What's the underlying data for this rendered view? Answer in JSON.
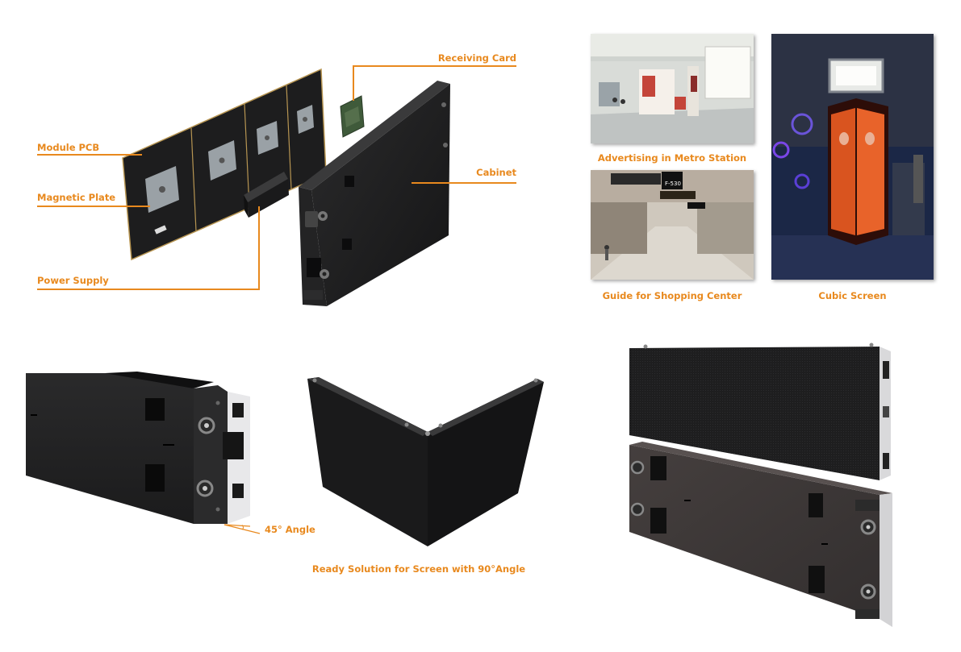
{
  "exploded_view": {
    "labels": {
      "receiving_card": "Receiving Card",
      "module_pcb": "Module PCB",
      "cabinet": "Cabinet",
      "magnetic_plate": "Magnetic Plate",
      "power_supply": "Power Supply"
    }
  },
  "applications": {
    "captions": {
      "metro": "Advertising in Metro Station",
      "shopping": "Guide for Shopping Center",
      "cubic": "Cubic Screen"
    },
    "signage_text": {
      "gate_sign": "F-530"
    }
  },
  "angle_view": {
    "label": "45° Angle"
  },
  "corner_view": {
    "caption": "Ready Solution for Screen with 90°Angle"
  },
  "colors": {
    "accent": "#e8891e",
    "cabinet_dark": "#1e1e1f",
    "cabinet_back": "#3d3838"
  }
}
